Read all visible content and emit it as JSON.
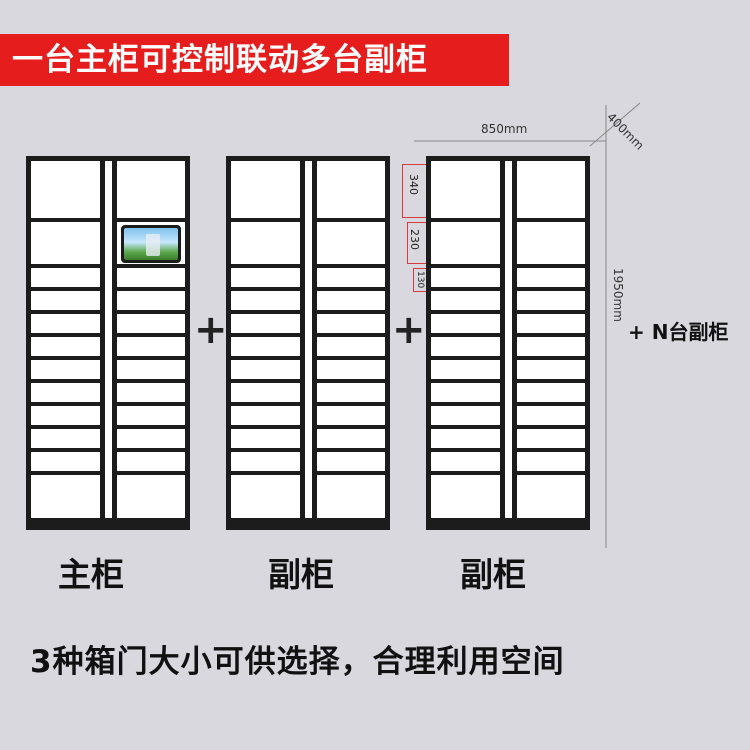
{
  "title": "一台主柜可控制联动多台副柜",
  "cabinets": [
    {
      "label": "主柜",
      "has_screen": true
    },
    {
      "label": "副柜",
      "has_screen": false
    },
    {
      "label": "副柜",
      "has_screen": false
    }
  ],
  "plus_sign": "+",
  "n_more": "+ N台副柜",
  "dimensions": {
    "width": "850mm",
    "depth": "400mm",
    "height": "1950mm",
    "door_large": "340",
    "door_medium": "230",
    "door_small": "130"
  },
  "bottom_text": "3种箱门大小可供选择，合理利用空间",
  "colors": {
    "banner": "#e51d1d",
    "background": "#d9d8de",
    "frame": "#1c1c1c",
    "bracket": "#d93b3b"
  }
}
